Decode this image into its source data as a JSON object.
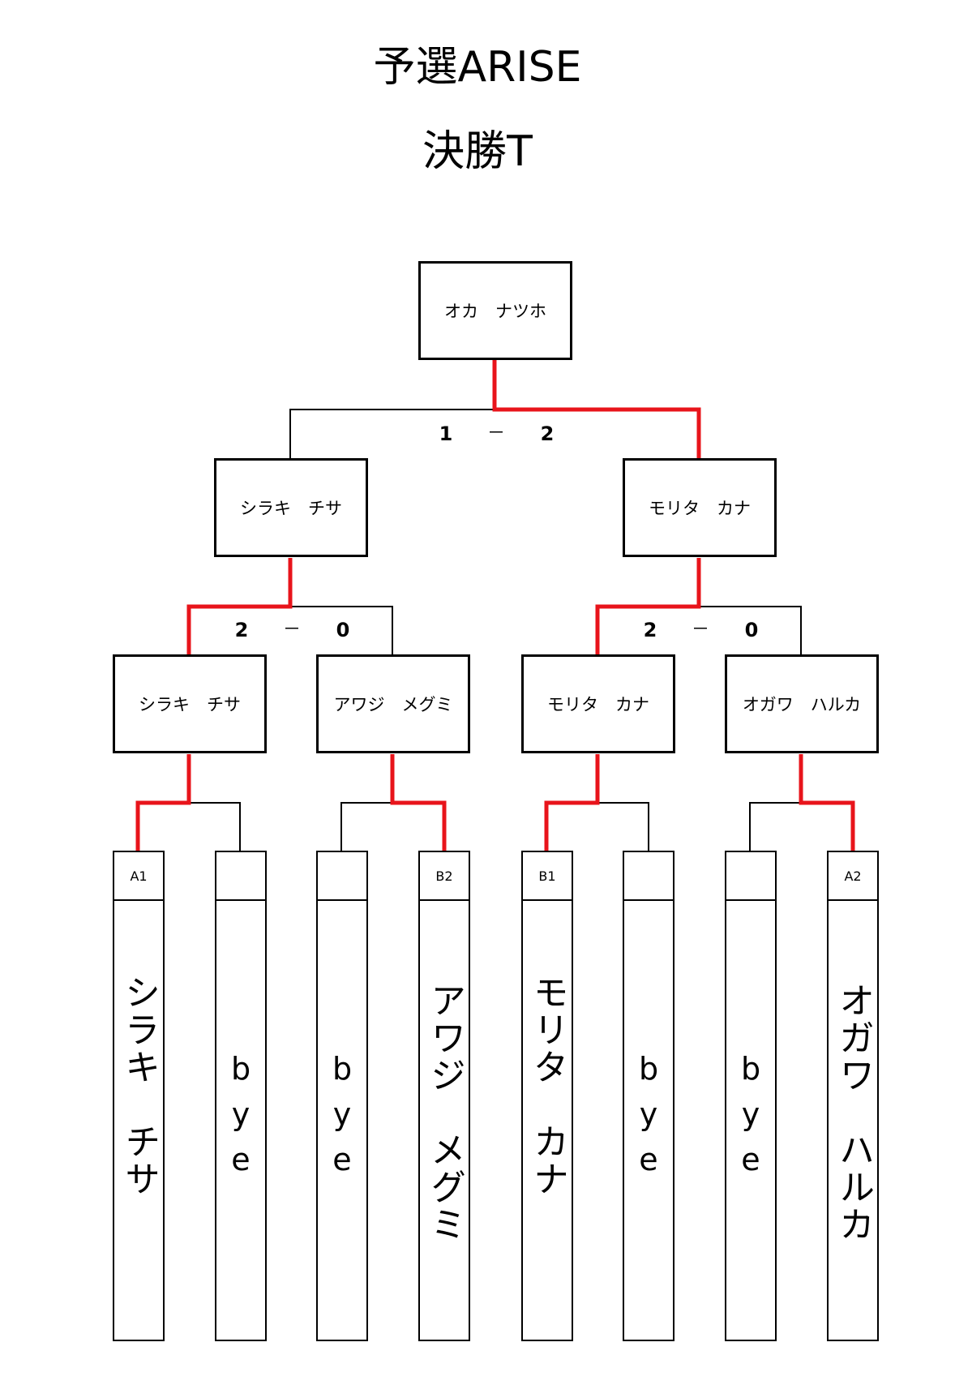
{
  "title": "予選ARISE",
  "subtitle": "決勝T",
  "colors": {
    "winner_line": "#e8141b",
    "line": "#000000"
  },
  "champion": "オカ　ナツホ",
  "final": {
    "left": "シラキ　チサ",
    "right": "モリタ　カナ",
    "score_left": "1",
    "score_right": "2",
    "dash": "－"
  },
  "semis": [
    {
      "left": "シラキ　チサ",
      "right": "アワジ　メグミ",
      "score_left": "2",
      "score_right": "0",
      "dash": "－"
    },
    {
      "left": "モリタ　カナ",
      "right": "オガワ　ハルカ",
      "score_left": "2",
      "score_right": "0",
      "dash": "－"
    }
  ],
  "entrants": [
    {
      "seed": "A1",
      "name": "シラキ　チサ"
    },
    {
      "seed": "",
      "name": "bye"
    },
    {
      "seed": "",
      "name": "bye"
    },
    {
      "seed": "B2",
      "name": "アワジ　メグミ"
    },
    {
      "seed": "B1",
      "name": "モリタ　カナ"
    },
    {
      "seed": "",
      "name": "bye"
    },
    {
      "seed": "",
      "name": "bye"
    },
    {
      "seed": "A2",
      "name": "オガワ　ハルカ"
    }
  ]
}
